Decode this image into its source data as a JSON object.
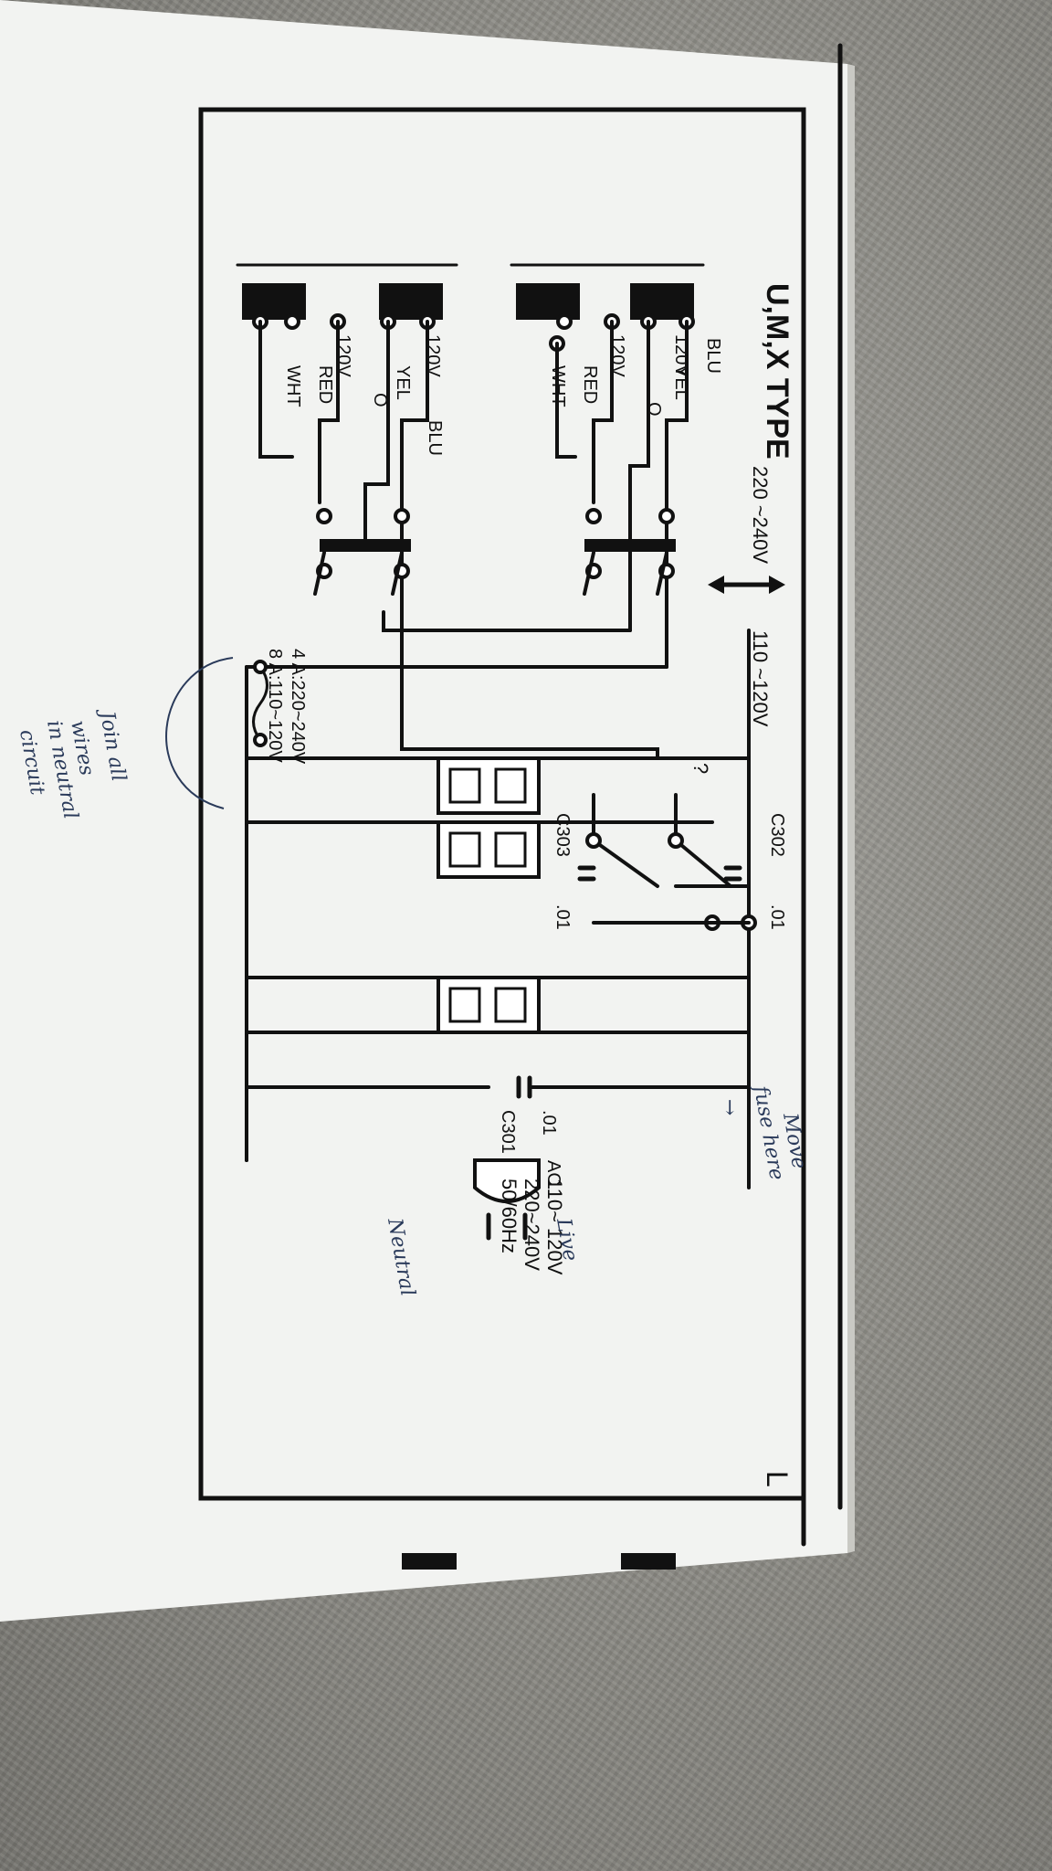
{
  "diagram": {
    "title": "U,M,X TYPE",
    "corner_label": "L",
    "voltage_select": {
      "left": "220\n~240V",
      "right": "110\n~120V"
    },
    "transformer_upper": {
      "leads": [
        "BLU",
        "120V",
        "YEL",
        "O",
        "120V",
        "RED",
        "WHT"
      ]
    },
    "transformer_lower": {
      "leads": [
        "BLU",
        "120V",
        "YEL",
        "O",
        "120V",
        "RED",
        "WHT"
      ]
    },
    "fuse_label": [
      "4 A:220~240V",
      "8 A:110~120V"
    ],
    "capacitors": {
      "c302": [
        "C302",
        ".01"
      ],
      "c303": [
        "C303",
        ".01"
      ],
      "c301": [
        "C301",
        ".01"
      ]
    },
    "ac_input": [
      "AC",
      "110~ 120V",
      "220~240V",
      "50/60Hz"
    ],
    "question_mark": "?"
  },
  "annotations": {
    "join_note": [
      "Join all",
      "wires",
      "in neutral",
      "circuit"
    ],
    "move_fuse": [
      "Move",
      "fuse here"
    ],
    "live": "Live",
    "neutral": "Neutral"
  }
}
